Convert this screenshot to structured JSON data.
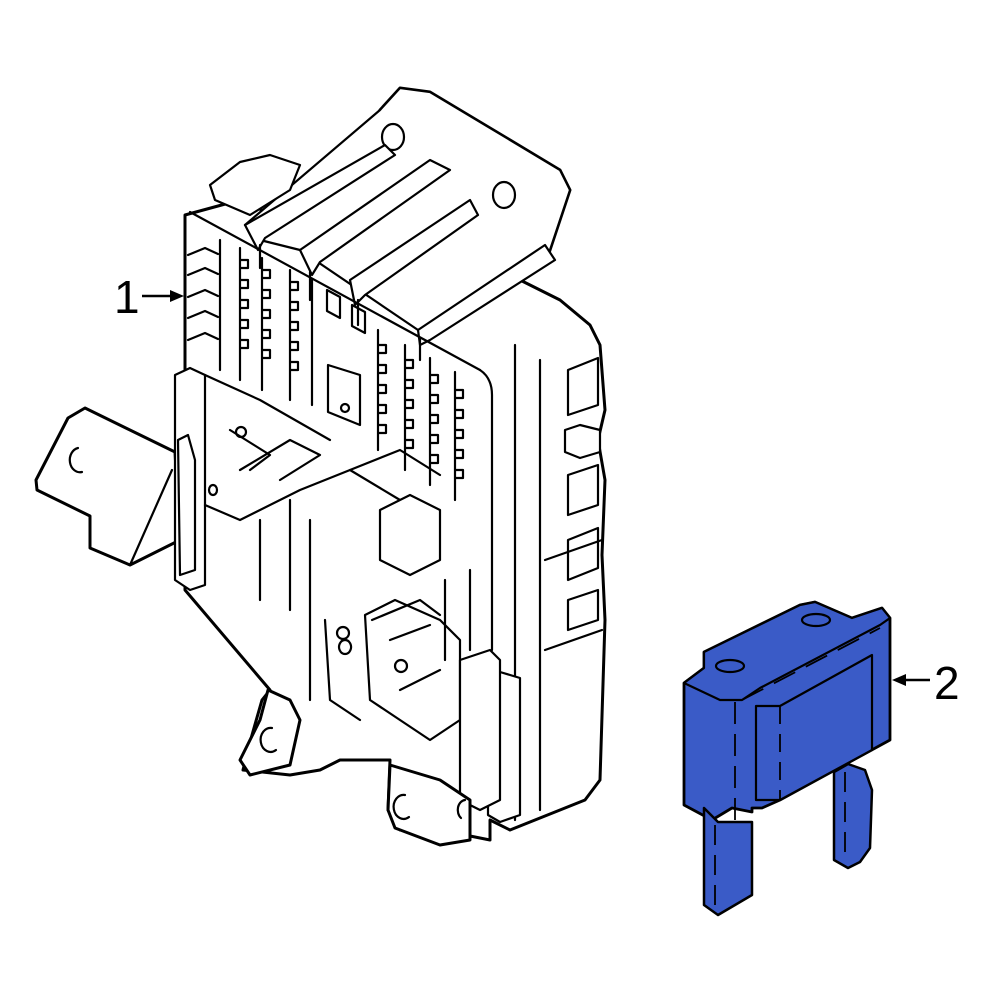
{
  "diagram": {
    "type": "parts-callout-illustration",
    "background": "#ffffff",
    "line_color": "#000000",
    "highlight_color": "#3A5BC7",
    "callouts": [
      {
        "number": "1",
        "part": "fuse-relay-junction-box",
        "arrow_direction": "right",
        "highlighted": false
      },
      {
        "number": "2",
        "part": "blade-fuse",
        "arrow_direction": "left",
        "highlighted": true
      }
    ]
  },
  "labels": {
    "callout_1": "1",
    "callout_2": "2"
  }
}
